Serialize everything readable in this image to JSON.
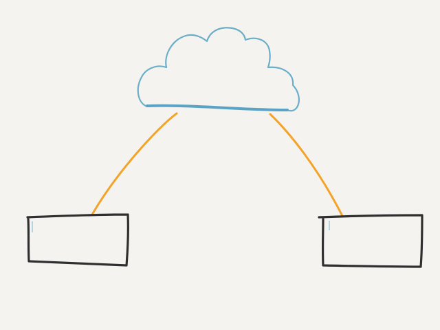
{
  "diagram": {
    "nodes": [
      {
        "id": "cloud",
        "shape": "cloud",
        "label": ""
      },
      {
        "id": "left-box",
        "shape": "rectangle",
        "label": ""
      },
      {
        "id": "right-box",
        "shape": "rectangle",
        "label": ""
      }
    ],
    "edges": [
      {
        "from": "cloud",
        "to": "left-box"
      },
      {
        "from": "cloud",
        "to": "right-box"
      }
    ]
  },
  "colors": {
    "background": "#f4f3f0",
    "cloud_stroke": "#6aaec8",
    "cloud_base": "#5aa3c4",
    "box_stroke": "#2f2f2f",
    "connector": "#f3a328",
    "cursor_mark": "#9cc6d8"
  }
}
